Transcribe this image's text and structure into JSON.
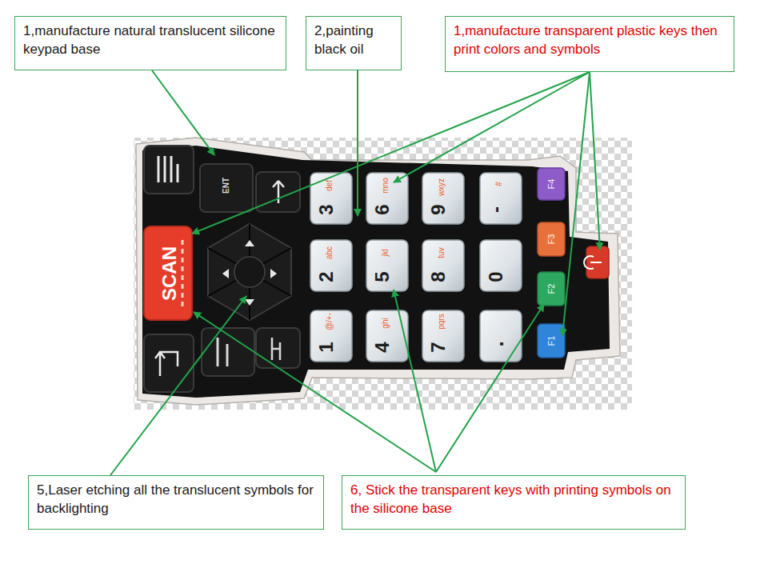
{
  "diagram": {
    "nodes": [
      {
        "text": [
          "1,manufacture natural translucent silicone keypad base"
        ]
      },
      {
        "text": [
          "2,painting black oil"
        ]
      },
      {
        "text": [
          "1,manufacture transparent plastic keys then print colors and symbols"
        ]
      },
      {
        "text": [
          "5,Laser etching all the translucent symbols for backlighting"
        ]
      },
      {
        "text": [
          "6, Stick the transparent keys with printing symbols on the silicone base"
        ]
      }
    ],
    "labels": [
      "SCAN",
      "ENT",
      "3",
      "def",
      "6",
      "mno",
      "9",
      "wxyz",
      "-",
      "#",
      "2",
      "abc",
      "5",
      "jkl",
      "8",
      "tuv",
      "0",
      "1",
      "@/+-",
      "4",
      "ghi",
      "7",
      "pqrs",
      ".",
      "F4",
      "F3",
      "F2",
      "F1"
    ]
  }
}
